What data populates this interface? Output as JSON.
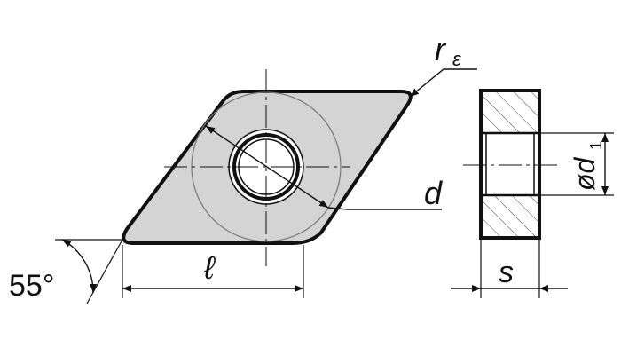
{
  "labels": {
    "corner_radius": "r",
    "corner_radius_sub": "ε",
    "inscribed_diameter": "d",
    "edge_length": "ℓ",
    "thickness": "s",
    "angle": "55°",
    "hole_diameter_prefix": "ød",
    "hole_diameter_sub": "1"
  },
  "colors": {
    "insert_fill": "#d4d4d4",
    "outline": "#111111",
    "hatch": "#444444",
    "background": "#ffffff"
  }
}
